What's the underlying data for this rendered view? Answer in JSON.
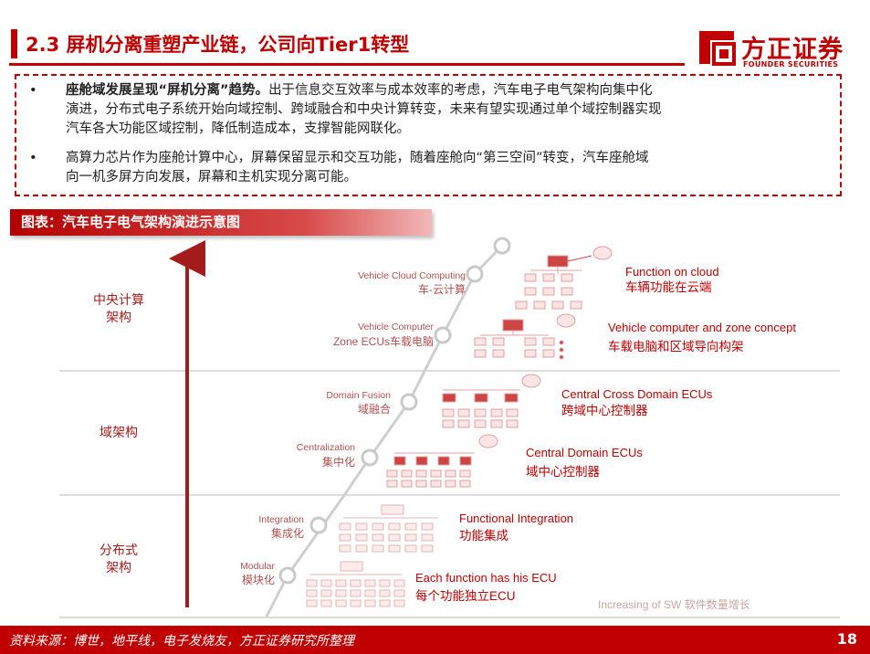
{
  "header": {
    "title": "2.3 屏机分离重塑产业链，公司向Tier1转型",
    "logo_cn": "方正证券",
    "logo_en": "FOUNDER SECURITIES",
    "accent_color": "#c00000"
  },
  "bullets": [
    {
      "bold": "座舱域发展呈现“屏机分离”趋势。",
      "lines": [
        "出于信息交互效率与成本效率的考虑，汽车电子电气架构向集中化",
        "演进，分布式电子系统开始向域控制、跨域融合和中央计算转变，未来有望实现通过单个域控制器实现",
        "汽车各大功能区域控制，降低制造成本，支撑智能网联化。"
      ]
    },
    {
      "bold": "",
      "lines": [
        "高算力芯片作为座舱计算中心，屏幕保留显示和交互功能，随着座舱向“第三空间”转变，汽车座舱域",
        "向一机多屏方向发展，屏幕和主机实现分离可能。"
      ]
    }
  ],
  "figure": {
    "label": "图表：汽车电子电气架构演进示意图",
    "y_groups": [
      "中央计算",
      "架构",
      "域架构",
      "分布式",
      "架构"
    ],
    "x_axis_label": "Increasing of SW 软件数量增长",
    "stages": [
      {
        "en": "Modular",
        "cn": "模块化",
        "desc_en": "Each function has his ECU",
        "desc_cn": "每个功能独立ECU"
      },
      {
        "en": "Integration",
        "cn": "集成化",
        "desc_en": "Functional Integration",
        "desc_cn": "功能集成"
      },
      {
        "en": "Centralization",
        "cn": "集中化",
        "desc_en": "Central Domain ECUs",
        "desc_cn": "域中心控制器"
      },
      {
        "en": "Domain Fusion",
        "cn": "域融合",
        "desc_en": "Central Cross Domain ECUs",
        "desc_cn": "跨域中心控制器"
      },
      {
        "en": "Vehicle Computer",
        "cn": "Zone ECUs车载电脑",
        "desc_en": "Vehicle computer and zone concept",
        "desc_cn": "车载电脑和区域导向构架"
      },
      {
        "en": "Vehicle Cloud Computing",
        "cn": "车-云计算",
        "desc_en": "Function on cloud",
        "desc_cn": "车辆功能在云端"
      }
    ]
  },
  "footer": {
    "source": "资料来源：博世，地平线，电子发烧友，方正证券研究所整理",
    "page": "18"
  }
}
